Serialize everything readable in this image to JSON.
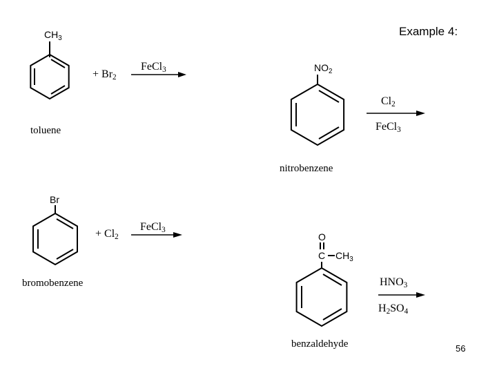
{
  "title": "Example 4:",
  "page_number": "56",
  "reactions": [
    {
      "substituent": "CH3",
      "name": "toluene",
      "reagent": "+ Br2",
      "above_arrow": "FeCl3",
      "below_arrow": ""
    },
    {
      "substituent": "NO2",
      "name": "nitrobenzene",
      "reagent": "",
      "above_arrow": "Cl2",
      "below_arrow": "FeCl3"
    },
    {
      "substituent": "Br",
      "name": "bromobenzene",
      "reagent": "+ Cl2",
      "above_arrow": "FeCl3",
      "below_arrow": ""
    },
    {
      "substituent_carbonyl_o": "O",
      "substituent_carbonyl_c": "C",
      "substituent_methyl": "CH3",
      "name": "benzaldehyde",
      "reagent": "",
      "above_arrow": "HNO3",
      "below_arrow": "H2SO4"
    }
  ]
}
